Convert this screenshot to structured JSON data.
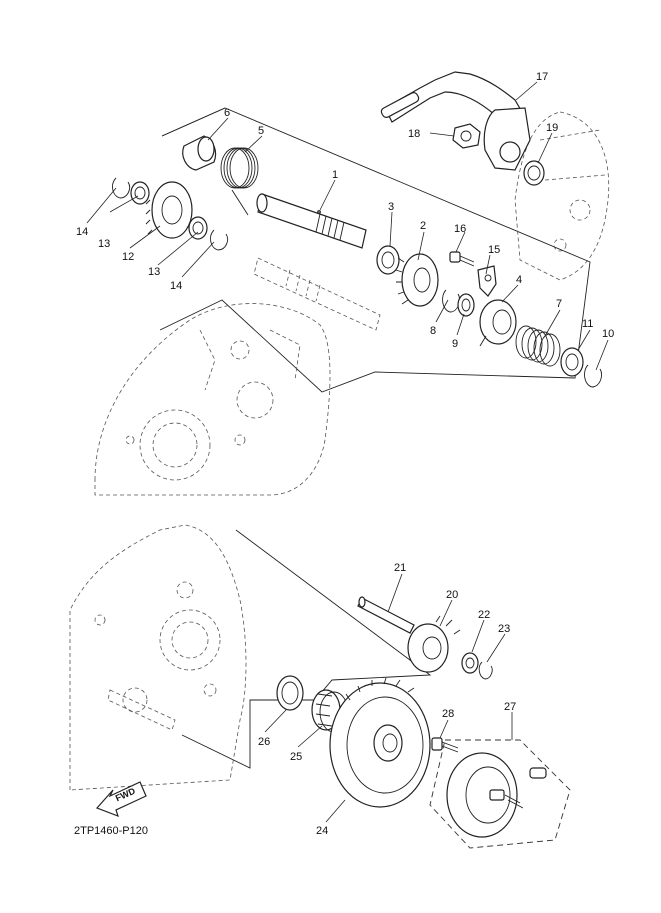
{
  "diagram_code": "2TP1460-P120",
  "fwd_label": "FWD",
  "icons": {
    "fwd_arrow": "fwd-arrow-icon"
  },
  "callouts": [
    {
      "id": "1",
      "label": "1"
    },
    {
      "id": "2",
      "label": "2"
    },
    {
      "id": "3",
      "label": "3"
    },
    {
      "id": "4",
      "label": "4"
    },
    {
      "id": "5",
      "label": "5"
    },
    {
      "id": "6",
      "label": "6"
    },
    {
      "id": "7",
      "label": "7"
    },
    {
      "id": "8",
      "label": "8"
    },
    {
      "id": "9",
      "label": "9"
    },
    {
      "id": "10",
      "label": "10"
    },
    {
      "id": "11",
      "label": "11"
    },
    {
      "id": "12",
      "label": "12"
    },
    {
      "id": "13a",
      "label": "13"
    },
    {
      "id": "13b",
      "label": "13"
    },
    {
      "id": "14a",
      "label": "14"
    },
    {
      "id": "14b",
      "label": "14"
    },
    {
      "id": "15",
      "label": "15"
    },
    {
      "id": "16",
      "label": "16"
    },
    {
      "id": "17",
      "label": "17"
    },
    {
      "id": "18",
      "label": "18"
    },
    {
      "id": "19",
      "label": "19"
    },
    {
      "id": "20",
      "label": "20"
    },
    {
      "id": "21",
      "label": "21"
    },
    {
      "id": "22",
      "label": "22"
    },
    {
      "id": "23",
      "label": "23"
    },
    {
      "id": "24",
      "label": "24"
    },
    {
      "id": "25",
      "label": "25"
    },
    {
      "id": "26",
      "label": "26"
    },
    {
      "id": "27",
      "label": "27"
    },
    {
      "id": "28",
      "label": "28"
    }
  ]
}
